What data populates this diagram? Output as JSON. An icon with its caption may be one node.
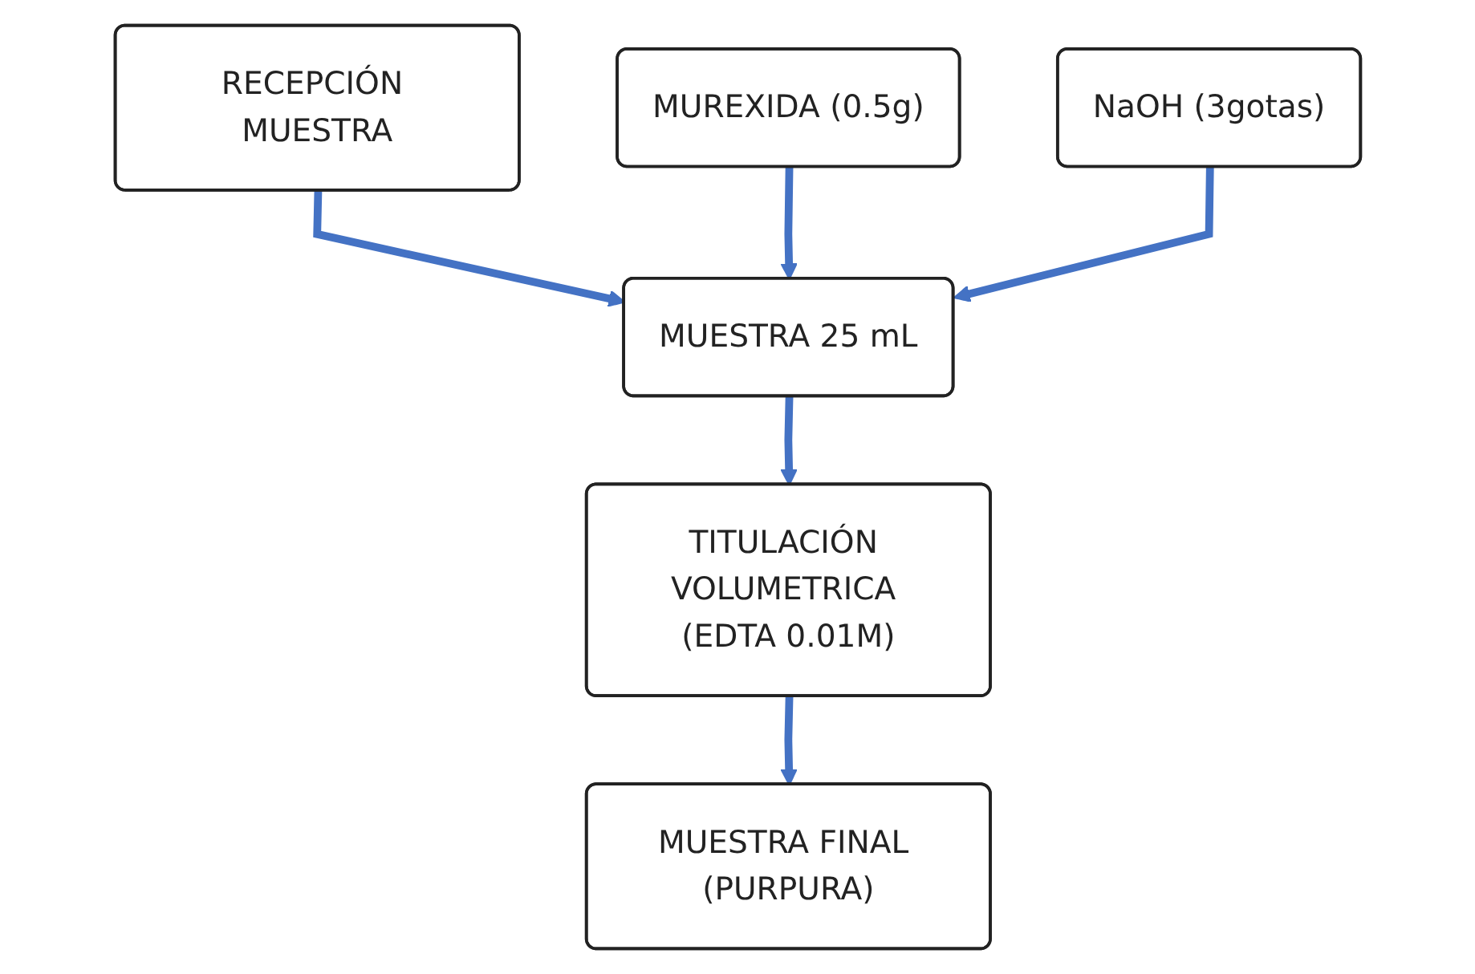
{
  "diagram": {
    "nodes": [
      {
        "text": [
          "RECEPCIÓN MUESTRA"
        ]
      },
      {
        "text": [
          "MUREXIDA (0.5g)"
        ]
      },
      {
        "text": [
          "MUESTRA 25 mL"
        ]
      },
      {
        "text": [
          "NaOH (3gotas)"
        ]
      },
      {
        "text": [
          "TITULACIÓN VOLUMETRICA (EDTA 0.01M)"
        ]
      },
      {
        "text": [
          "MUESTRA FINAL (PURPURA)"
        ]
      }
    ],
    "edges": [
      {
        "from": 0,
        "to": 2,
        "arrow": "to"
      },
      {
        "from": 1,
        "to": 2,
        "arrow": "to"
      },
      {
        "from": 3,
        "to": 2,
        "arrow": "to"
      },
      {
        "from": 2,
        "to": 4,
        "arrow": "to"
      },
      {
        "from": 4,
        "to": 5,
        "arrow": "to"
      }
    ]
  }
}
